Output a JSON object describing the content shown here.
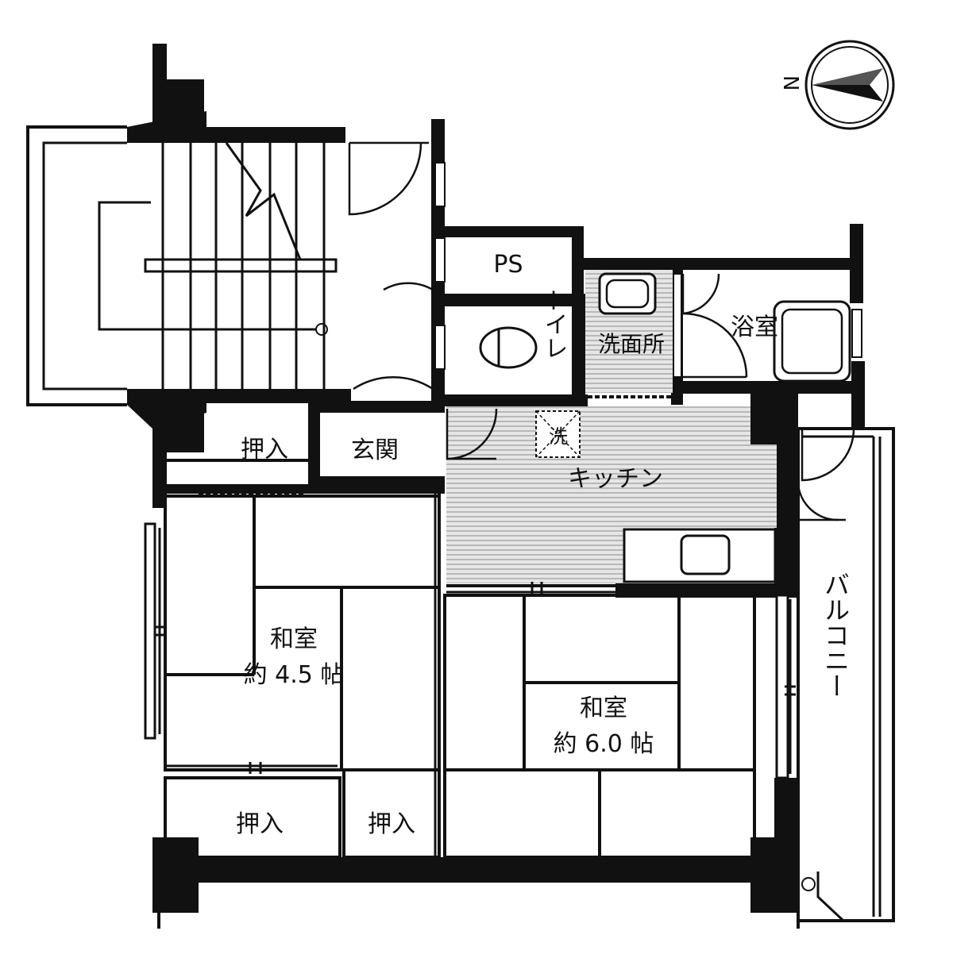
{
  "compass": {
    "north_letter": "N"
  },
  "rooms": {
    "ps": "PS",
    "toilet": "トイレ",
    "washroom": "洗面所",
    "bathroom": "浴室",
    "closet_entrance": "押入",
    "entrance": "玄関",
    "washer": "洗",
    "kitchen": "キッチン",
    "washitsu_small_name": "和室",
    "washitsu_small_size": "約 4.5 帖",
    "washitsu_large_name": "和室",
    "washitsu_large_size": "約 6.0 帖",
    "closet_bottom_left": "押入",
    "closet_bottom_mid": "押入",
    "balcony": "バルコニー"
  },
  "colors": {
    "wall": "#111111",
    "floor_hatch": "#cfcfcf",
    "background": "#ffffff"
  }
}
